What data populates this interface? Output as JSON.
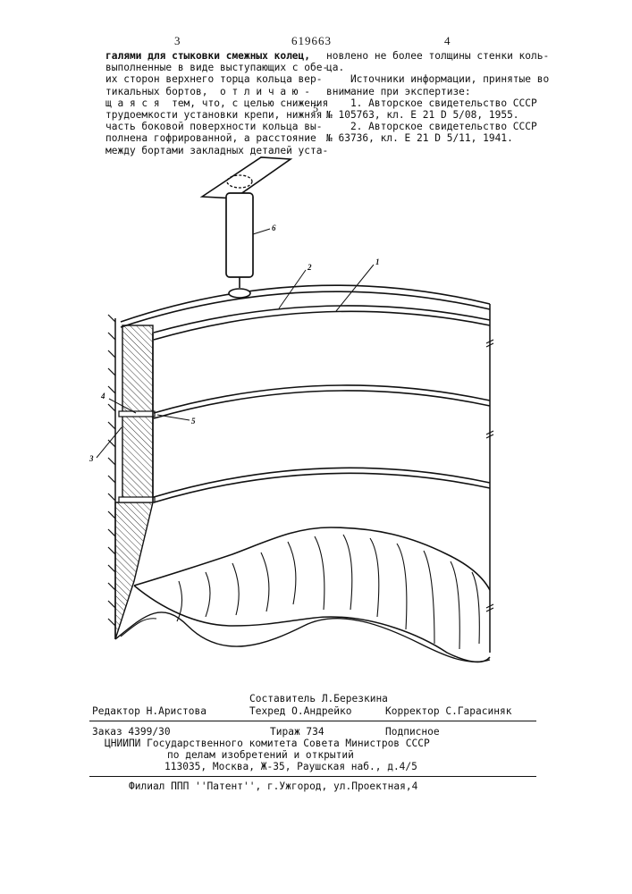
{
  "header": {
    "page_left": "3",
    "patent_number": "619663",
    "page_right": "4"
  },
  "left_column": [
    "галями для стыковки смежных колец,",
    "выполненные в виде выступающих с обе-",
    "их сторон верхнего торца кольца вер-",
    "тикальных бортов,  о т л и ч а ю -",
    "щ а я с я  тем, что, с целью снижения",
    "трудоемкости установки крепи, нижняя",
    "часть боковой поверхности кольца вы-",
    "полнена гофрированной, а расстояние",
    "между бортами закладных деталей уста-"
  ],
  "right_column": [
    "новлено не более толщины стенки коль-",
    "ца.",
    "",
    "    Источники информации, принятые во",
    "внимание при экспертизе:",
    "    1. Авторское свидетельство СССР",
    "№ 105763, кл. Е 21 D 5/08, 1955.",
    "    2. Авторское свидетельство СССР",
    "№ 63736, кл. Е 21 D 5/11, 1941."
  ],
  "margin_line_number": "5",
  "figure_labels": {
    "l1": "1",
    "l2": "2",
    "l3": "3",
    "l4": "4",
    "l5": "5",
    "l6": "6"
  },
  "footer": {
    "compiler": "Составитель Л.Березкина",
    "editor": "Редактор Н.Аристова",
    "techred": "Техред О.Андрейко",
    "corrector": "Корректор С.Гарасиняк",
    "order": "Заказ 4399/30",
    "circulation": "Тираж 734",
    "subscription": "Подписное",
    "org1": "ЦНИИПИ Государственного комитета Совета Министров СССР",
    "org2": "по делам изобретений и открытий",
    "address": "113035, Москва, Ж-35, Раушская наб., д.4/5",
    "branch": "Филиал ППП ''Патент'', г.Ужгород, ул.Проектная,4"
  }
}
